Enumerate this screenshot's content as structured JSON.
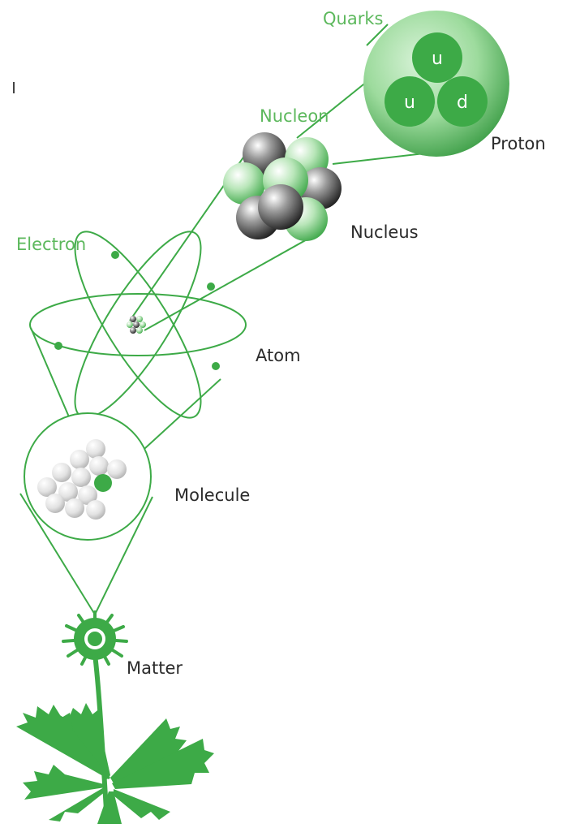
{
  "labels": {
    "quarks": "Quarks",
    "nucleon": "Nucleon",
    "proton": "Proton",
    "nucleus": "Nucleus",
    "electron": "Electron",
    "atom": "Atom",
    "molecule": "Molecule",
    "matter": "Matter"
  },
  "quarks": [
    {
      "label": "u"
    },
    {
      "label": "u"
    },
    {
      "label": "d"
    }
  ],
  "colors": {
    "green": "#3daa47",
    "light_green": "#8fd48f",
    "label_green": "#5cb85c",
    "dark_sphere": "#3a3a3a",
    "label_dark": "#2b2b2b"
  }
}
